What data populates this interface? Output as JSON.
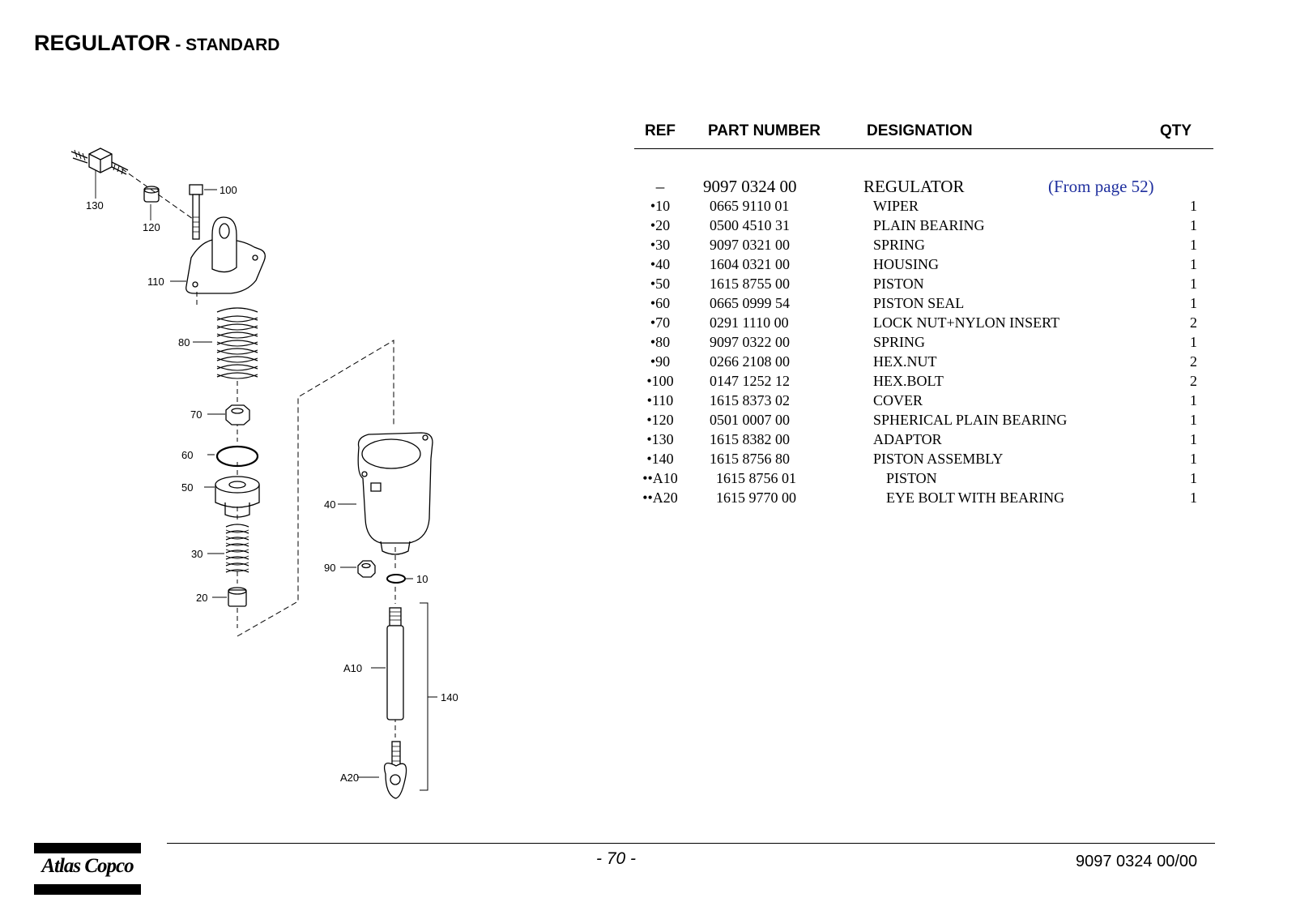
{
  "page": {
    "title_main": "REGULATOR",
    "title_sub": " - STANDARD"
  },
  "table": {
    "headers": [
      "REF",
      "PART NUMBER",
      "DESIGNATION",
      "QTY"
    ],
    "main": {
      "ref": "–",
      "part": "9097 0324 00",
      "designation": "REGULATOR",
      "note": "(From page 52)"
    },
    "rows": [
      {
        "ref": "•10",
        "part": "0665 9110 01",
        "designation": "WIPER",
        "qty": "1"
      },
      {
        "ref": "•20",
        "part": "0500 4510 31",
        "designation": "PLAIN BEARING",
        "qty": "1"
      },
      {
        "ref": "•30",
        "part": "9097 0321 00",
        "designation": "SPRING",
        "qty": "1"
      },
      {
        "ref": "•40",
        "part": "1604 0321 00",
        "designation": "HOUSING",
        "qty": "1"
      },
      {
        "ref": "•50",
        "part": "1615 8755 00",
        "designation": "PISTON",
        "qty": "1"
      },
      {
        "ref": "•60",
        "part": "0665 0999 54",
        "designation": "PISTON SEAL",
        "qty": "1"
      },
      {
        "ref": "•70",
        "part": "0291 1110 00",
        "designation": "LOCK NUT+NYLON INSERT",
        "qty": "2"
      },
      {
        "ref": "•80",
        "part": "9097 0322 00",
        "designation": "SPRING",
        "qty": "1"
      },
      {
        "ref": "•90",
        "part": "0266 2108 00",
        "designation": "HEX.NUT",
        "qty": "2"
      },
      {
        "ref": "•100",
        "part": "0147 1252 12",
        "designation": "HEX.BOLT",
        "qty": "2"
      },
      {
        "ref": "•110",
        "part": "1615 8373 02",
        "designation": "COVER",
        "qty": "1"
      },
      {
        "ref": "•120",
        "part": "0501 0007 00",
        "designation": "SPHERICAL PLAIN BEARING",
        "qty": "1"
      },
      {
        "ref": "•130",
        "part": "1615 8382 00",
        "designation": "ADAPTOR",
        "qty": "1"
      },
      {
        "ref": "•140",
        "part": "1615 8756 80",
        "designation": "PISTON ASSEMBLY",
        "qty": "1"
      },
      {
        "ref": "••A10",
        "part": "1615 8756 01",
        "designation": "PISTON",
        "qty": "1"
      },
      {
        "ref": "••A20",
        "part": "1615 9770 00",
        "designation": "EYE BOLT WITH BEARING",
        "qty": "1"
      }
    ]
  },
  "diagram": {
    "labels": [
      "130",
      "120",
      "100",
      "110",
      "80",
      "70",
      "60",
      "50",
      "30",
      "20",
      "40",
      "90",
      "10",
      "A10",
      "140",
      "A20"
    ]
  },
  "footer": {
    "page_number": "- 70 -",
    "doc_number": "9097 0324 00/00",
    "logo_text": "Atlas Copco"
  }
}
